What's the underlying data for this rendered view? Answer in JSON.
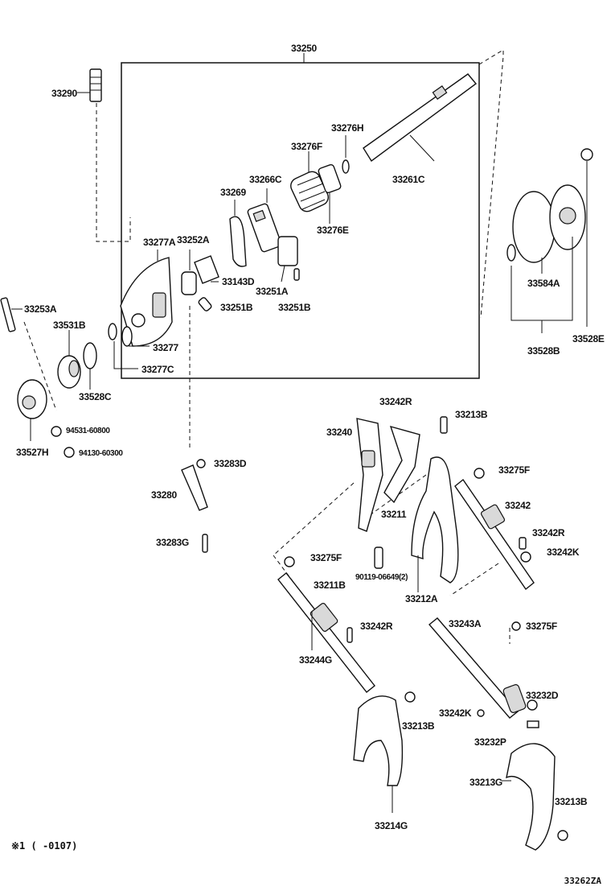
{
  "labels": {
    "p33290": "33290",
    "p33250": "33250",
    "p33276H": "33276H",
    "p33276F": "33276F",
    "p33266C": "33266C",
    "p33269": "33269",
    "p33261C": "33261C",
    "p33276E": "33276E",
    "p33277A": "33277A",
    "p33252A": "33252A",
    "p33143D": "33143D",
    "p33251A": "33251A",
    "p33251B_a": "33251B",
    "p33251B_b": "33251B",
    "p33277": "33277",
    "p33277C": "33277C",
    "p33253A": "33253A",
    "p33531B": "33531B",
    "p33528C": "33528C",
    "p33527H": "33527H",
    "p94531": "94531-60800",
    "p94130": "94130-60300",
    "p33584A": "33584A",
    "p33528B": "33528B",
    "p33528E": "33528E",
    "p33240": "33240",
    "p33242R_a": "33242R",
    "p33213B_a": "33213B",
    "p33275F_a": "33275F",
    "p33242": "33242",
    "p33242R_b": "33242R",
    "p33242K_a": "33242K",
    "p33211": "33211",
    "p90119": "90119-06649(2)",
    "p33212A": "33212A",
    "p33283D": "33283D",
    "p33280": "33280",
    "p33283G": "33283G",
    "p33275F_b": "33275F",
    "p33211B": "33211B",
    "p33242R_c": "33242R",
    "p33244G": "33244G",
    "p33243A": "33243A",
    "p33275F_c": "33275F",
    "p33232D": "33232D",
    "p33242K_b": "33242K",
    "p33213B_b": "33213B",
    "p33232P": "33232P",
    "p33214G": "33214G",
    "p33213G": "33213G",
    "p33213B_c": "33213B"
  },
  "footnote": "※1 (    -0107)",
  "diagram_code": "33262ZA"
}
